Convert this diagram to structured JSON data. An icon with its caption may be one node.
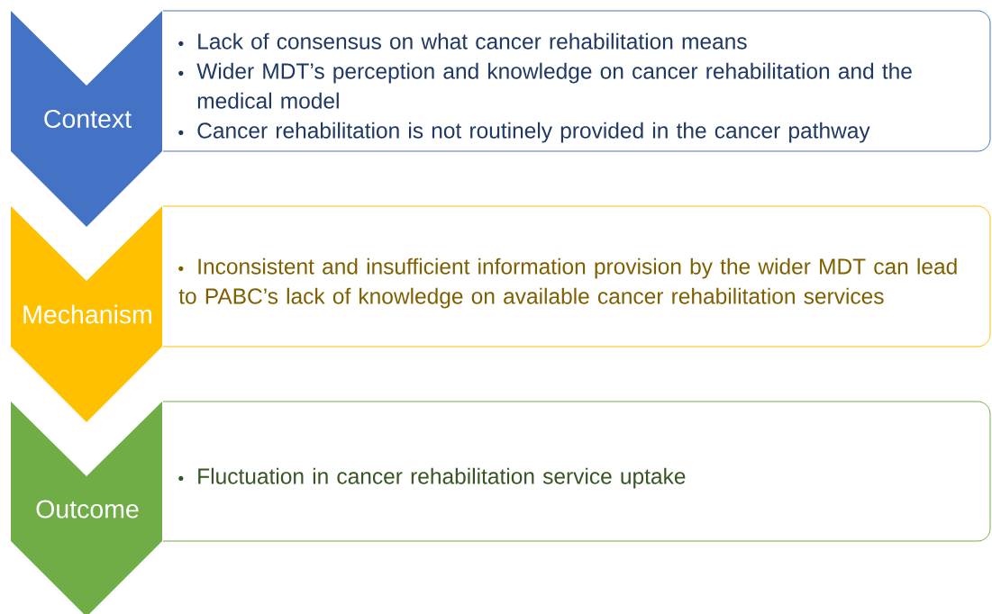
{
  "diagram": {
    "nodes": [
      {
        "text": [
          "Context"
        ]
      },
      {
        "text": [
          "Lack of consensus on what cancer rehabilitation means",
          "Wider MDT’s perception and knowledge on cancer rehabilitation and the medical model",
          "Cancer rehabilitation is not routinely provided in the cancer pathway"
        ]
      },
      {
        "text": [
          "Mechanism"
        ]
      },
      {
        "text": [
          "Inconsistent and insufficient information provision by the wider MDT can lead to PABC’s lack of knowledge on available cancer rehabilitation services"
        ]
      },
      {
        "text": [
          "Outcome"
        ]
      },
      {
        "text": [
          "Fluctuation in cancer rehabilitation service uptake"
        ]
      }
    ]
  }
}
